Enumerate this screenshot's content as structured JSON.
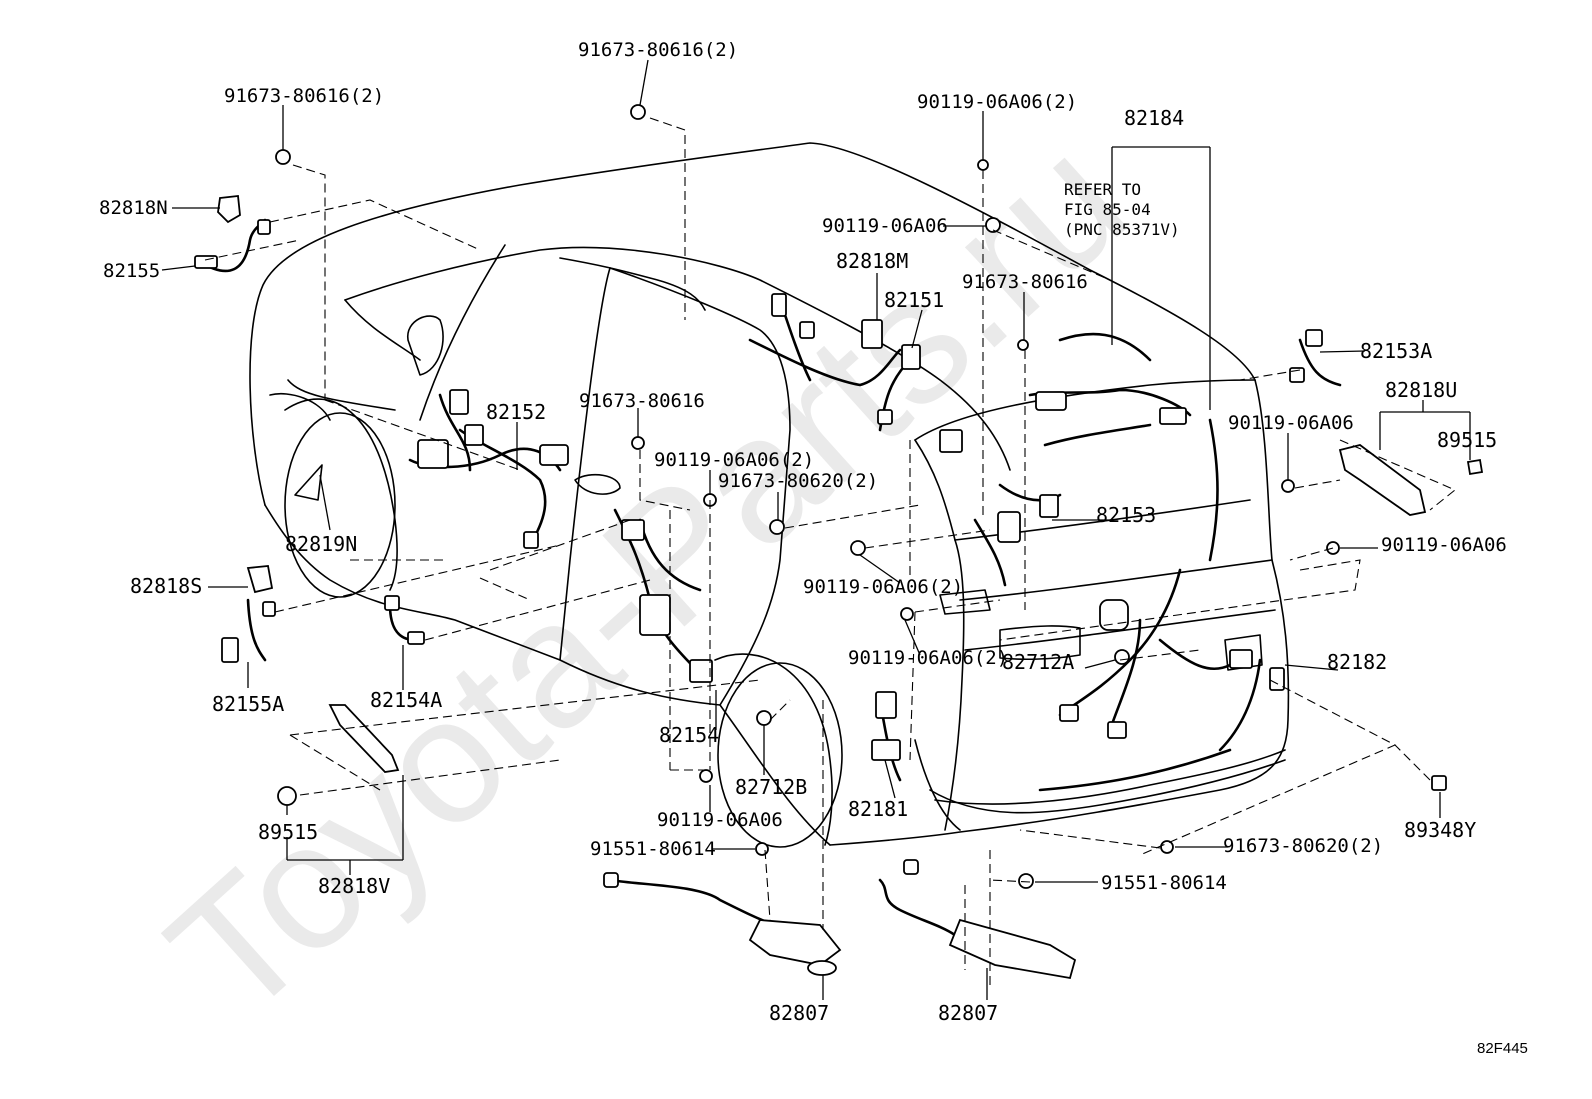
{
  "watermark": "Toyota-Parts.ru",
  "figure_id": "82F445",
  "note": {
    "line1": "REFER TO",
    "line2": "FIG 85-04",
    "line3": "(PNC 85371V)"
  },
  "labels": {
    "b91673_80616_2_top": "91673-80616(2)",
    "b91673_80616_2_left": "91673-80616(2)",
    "p82818N": "82818N",
    "p82155": "82155",
    "b90119_06A06_2_top": "90119-06A06(2)",
    "p82184": "82184",
    "b90119_06A06_mid": "90119-06A06",
    "p82818M": "82818M",
    "p82151": "82151",
    "b91673_80616_right": "91673-80616",
    "p82153A": "82153A",
    "p82818U": "82818U",
    "b90119_06A06_right": "90119-06A06",
    "p89515_right": "89515",
    "p82152": "82152",
    "b91673_80616_mid": "91673-80616",
    "b90119_06A06_2_mid": "90119-06A06(2)",
    "b91673_80620_2_mid": "91673-80620(2)",
    "p82153": "82153",
    "b90119_06A06_far_right": "90119-06A06",
    "p82819N": "82819N",
    "p82818S": "82818S",
    "b90119_06A06_2_low": "90119-06A06(2)",
    "b90119_06A06_2_lower": "90119-06A06(2)",
    "p82712A": "82712A",
    "p82182": "82182",
    "p82155A": "82155A",
    "p82154A": "82154A",
    "p82154": "82154",
    "p82712B": "82712B",
    "p82181": "82181",
    "p89515_left": "89515",
    "p82818V": "82818V",
    "b90119_06A06_bottom": "90119-06A06",
    "b91551_80614_left": "91551-80614",
    "b91673_80620_2_bottom": "91673-80620(2)",
    "p89348Y": "89348Y",
    "b91551_80614_right": "91551-80614",
    "p82807_left": "82807",
    "p82807_right": "82807"
  }
}
